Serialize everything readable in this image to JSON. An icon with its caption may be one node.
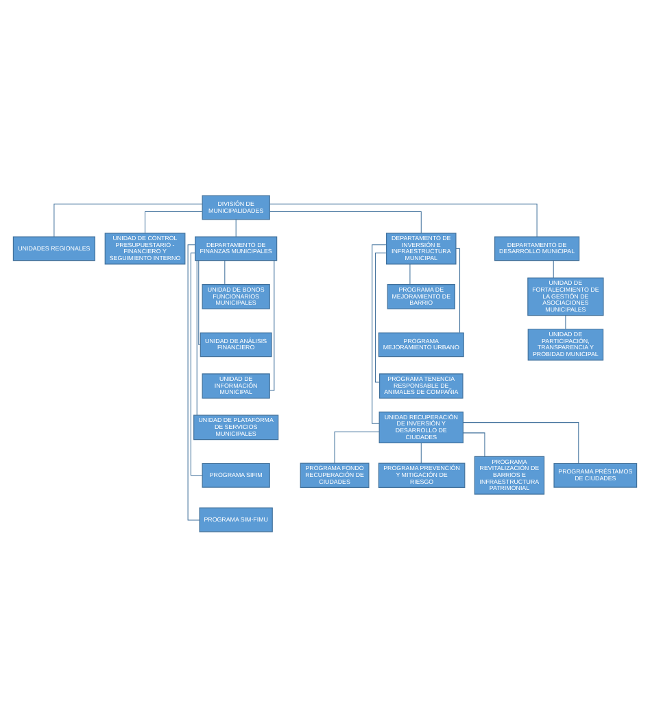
{
  "diagram": {
    "nodes": [
      {
        "text": [
          "DIVISIÓN DE MUNICIPALIDADES"
        ]
      },
      {
        "text": [
          "UNIDADES REGIONALES"
        ]
      },
      {
        "text": [
          "UNIDAD DE CONTROL PRESUPUESTARIO - FINANCIERO Y SEGUIMIENTO INTERNO"
        ]
      },
      {
        "text": [
          "DEPARTAMENTO DE FINANZAS MUNICIPALES"
        ]
      },
      {
        "text": [
          "DEPARTAMENTO DE INVERSIÓN E INFRAESTRUCTURA MUNICIPAL"
        ]
      },
      {
        "text": [
          "DEPARTAMENTO DE DESARROLLO MUNICIPAL"
        ]
      },
      {
        "text": [
          "UNIDAD DE BONOS FUNCIONARIOS MUNICIPALES"
        ]
      },
      {
        "text": [
          "UNIDAD DE ANÁLISIS FINANCIERO"
        ]
      },
      {
        "text": [
          "UNIDAD DE INFORMACIÓN MUNICIPAL"
        ]
      },
      {
        "text": [
          "UNIDAD DE PLATAFORMA DE SERVICIOS MUNICIPALES"
        ]
      },
      {
        "text": [
          "PROGRAMA SIFIM"
        ]
      },
      {
        "text": [
          "PROGRAMA SIM-FIMU"
        ]
      },
      {
        "text": [
          "PROGRAMA DE MEJORAMIENTO DE BARRIO"
        ]
      },
      {
        "text": [
          "PROGRAMA MEJORAMIENTO URBANO"
        ]
      },
      {
        "text": [
          "PROGRAMA TENENCIA RESPONSABLE DE ANIMALES DE COMPAÑIA"
        ]
      },
      {
        "text": [
          "UNIDAD RECUPERACIÓN DE INVERSIÓN Y DESARROLLO DE CIUDADES"
        ]
      },
      {
        "text": [
          "UNIDAD DE FORTALECIMIENTO DE LA GESTIÓN DE ASOCIACIONES MUNICIPALES"
        ]
      },
      {
        "text": [
          "UNIDAD DE PARTICIPACIÓN, TRANSPARENCIA Y PROBIDAD MUNICIPAL"
        ]
      },
      {
        "text": [
          "PROGRAMA FONDO RECUPERACIÓN DE CIUDADES"
        ]
      },
      {
        "text": [
          "PROGRAMA PREVENCIÓN Y MITIGACIÓN DE RIESGO"
        ]
      },
      {
        "text": [
          "PROGRAMA REVITALIZACIÓN DE BARRIOS E INFRAESTRUCTURA PATRIMONIAL"
        ]
      },
      {
        "text": [
          "PROGRAMA PRÉSTAMOS DE CIUDADES"
        ]
      }
    ],
    "edges": [
      {
        "from": 0,
        "to": 1,
        "arrow": "none"
      },
      {
        "from": 0,
        "to": 2,
        "arrow": "none"
      },
      {
        "from": 0,
        "to": 3,
        "arrow": "none"
      },
      {
        "from": 0,
        "to": 4,
        "arrow": "none"
      },
      {
        "from": 0,
        "to": 5,
        "arrow": "none"
      },
      {
        "from": 3,
        "to": 6,
        "arrow": "none"
      },
      {
        "from": 3,
        "to": 7,
        "arrow": "none"
      },
      {
        "from": 3,
        "to": 8,
        "arrow": "none"
      },
      {
        "from": 3,
        "to": 9,
        "arrow": "none"
      },
      {
        "from": 3,
        "to": 10,
        "arrow": "none"
      },
      {
        "from": 3,
        "to": 11,
        "arrow": "none"
      },
      {
        "from": 4,
        "to": 12,
        "arrow": "none"
      },
      {
        "from": 4,
        "to": 13,
        "arrow": "none"
      },
      {
        "from": 4,
        "to": 14,
        "arrow": "none"
      },
      {
        "from": 4,
        "to": 15,
        "arrow": "none"
      },
      {
        "from": 5,
        "to": 16,
        "arrow": "none"
      },
      {
        "from": 16,
        "to": 17,
        "arrow": "none"
      },
      {
        "from": 15,
        "to": 18,
        "arrow": "none"
      },
      {
        "from": 15,
        "to": 19,
        "arrow": "none"
      },
      {
        "from": 15,
        "to": 20,
        "arrow": "none"
      },
      {
        "from": 15,
        "to": 21,
        "arrow": "none"
      }
    ]
  }
}
